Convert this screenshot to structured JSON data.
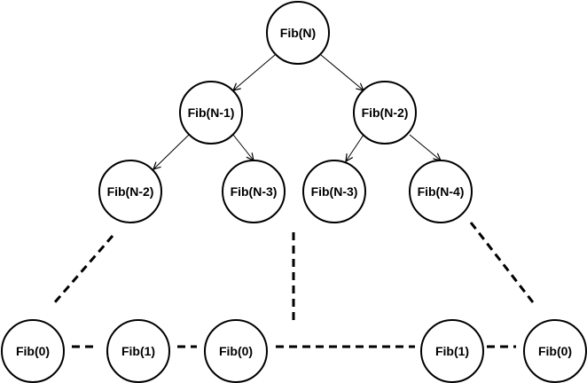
{
  "diagram": {
    "title": "Fibonacci recursion tree",
    "colors": {
      "stroke": "#000000",
      "fill": "#ffffff",
      "text": "#000000"
    },
    "nodes": [
      {
        "id": "fibN",
        "label": "Fib(N)"
      },
      {
        "id": "fibN1",
        "label": "Fib(N-1)"
      },
      {
        "id": "fibN2a",
        "label": "Fib(N-2)"
      },
      {
        "id": "fibN2b",
        "label": "Fib(N-2)"
      },
      {
        "id": "fibN3a",
        "label": "Fib(N-3)"
      },
      {
        "id": "fibN3b",
        "label": "Fib(N-3)"
      },
      {
        "id": "fibN4",
        "label": "Fib(N-4)"
      },
      {
        "id": "leaf1",
        "label": "Fib(0)"
      },
      {
        "id": "leaf2",
        "label": "Fib(1)"
      },
      {
        "id": "leaf3",
        "label": "Fib(0)"
      },
      {
        "id": "leaf4",
        "label": "Fib(1)"
      },
      {
        "id": "leaf5",
        "label": "Fib(0)"
      }
    ],
    "edges": [
      {
        "from": "fibN",
        "to": "fibN1",
        "style": "arrow"
      },
      {
        "from": "fibN",
        "to": "fibN2b",
        "style": "arrow"
      },
      {
        "from": "fibN1",
        "to": "fibN2a",
        "style": "arrow"
      },
      {
        "from": "fibN1",
        "to": "fibN3a",
        "style": "arrow"
      },
      {
        "from": "fibN2b",
        "to": "fibN3b",
        "style": "arrow"
      },
      {
        "from": "fibN2b",
        "to": "fibN4",
        "style": "arrow"
      }
    ],
    "continuation_lines": [
      {
        "id": "ellipsis-left",
        "style": "dashed"
      },
      {
        "id": "ellipsis-middle",
        "style": "dashed"
      },
      {
        "id": "ellipsis-right",
        "style": "dashed"
      },
      {
        "id": "leaves-link-1",
        "style": "dashed"
      },
      {
        "id": "leaves-link-2",
        "style": "dashed"
      },
      {
        "id": "leaves-link-3",
        "style": "dashed"
      },
      {
        "id": "leaves-link-4",
        "style": "dashed"
      }
    ]
  }
}
